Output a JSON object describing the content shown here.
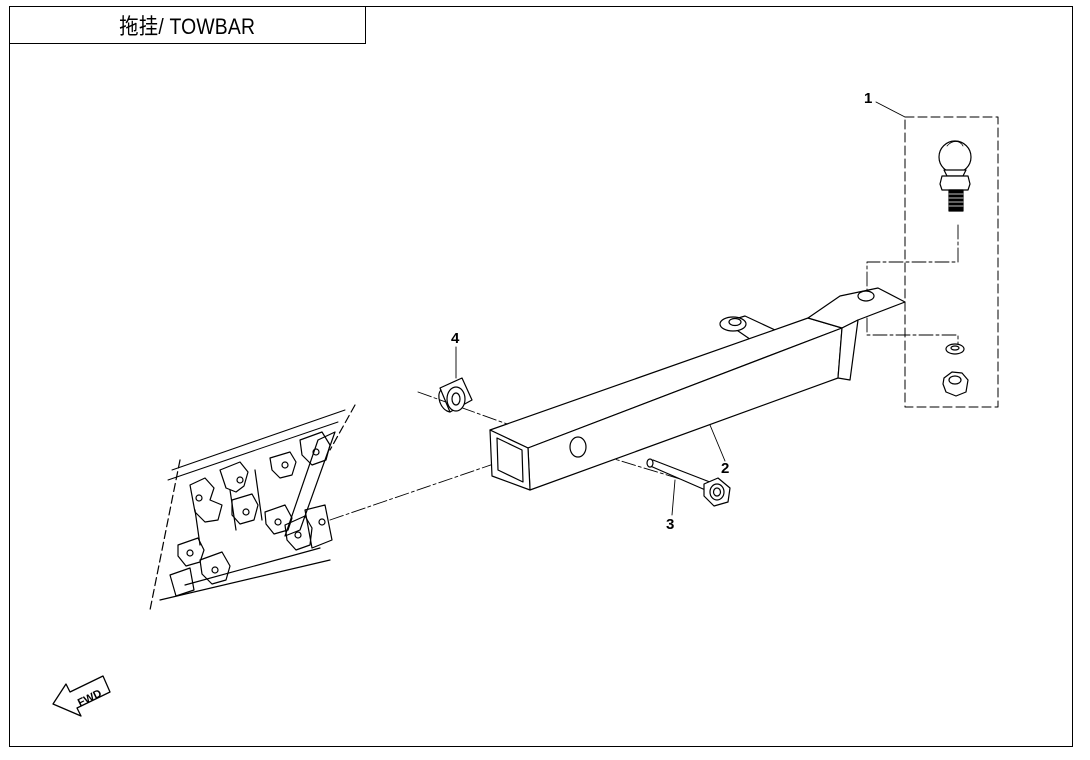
{
  "title": "拖挂/ TOWBAR",
  "callouts": [
    {
      "id": "1",
      "label": "1",
      "part": "tow-ball"
    },
    {
      "id": "2",
      "label": "2",
      "part": "towbar-tube"
    },
    {
      "id": "3",
      "label": "3",
      "part": "bolt"
    },
    {
      "id": "4",
      "label": "4",
      "part": "bushing"
    }
  ],
  "fwd_label": "FWD",
  "colors": {
    "line": "#000000",
    "background": "#ffffff"
  }
}
